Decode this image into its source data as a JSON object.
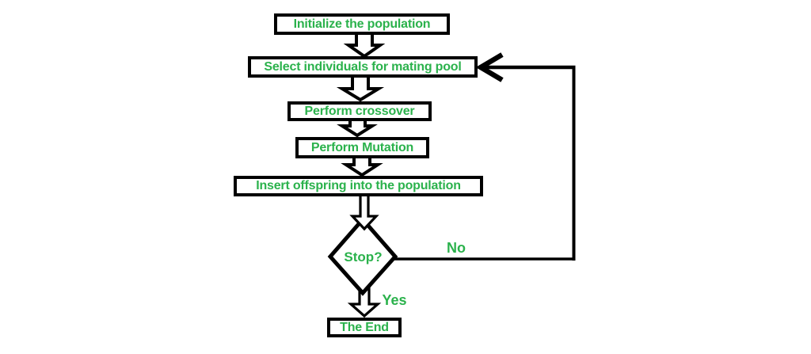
{
  "colors": {
    "text_green": "#2bb24c",
    "line_black": "#000000",
    "canvas_bg": "#ffffff"
  },
  "flowchart": {
    "nodes": [
      {
        "id": "initialize",
        "type": "process",
        "label": "Initialize the population"
      },
      {
        "id": "select",
        "type": "process",
        "label": "Select individuals for mating pool"
      },
      {
        "id": "crossover",
        "type": "process",
        "label": "Perform crossover"
      },
      {
        "id": "mutation",
        "type": "process",
        "label": "Perform Mutation"
      },
      {
        "id": "insert",
        "type": "process",
        "label": "Insert offspring into the population"
      },
      {
        "id": "decision",
        "type": "decision",
        "label": "Stop?"
      },
      {
        "id": "end",
        "type": "terminal",
        "label": "The End"
      }
    ],
    "edge_labels": {
      "no": "No",
      "yes": "Yes"
    },
    "edges": [
      {
        "from": "initialize",
        "to": "select"
      },
      {
        "from": "select",
        "to": "crossover"
      },
      {
        "from": "crossover",
        "to": "mutation"
      },
      {
        "from": "mutation",
        "to": "insert"
      },
      {
        "from": "insert",
        "to": "decision"
      },
      {
        "from": "decision",
        "to": "end",
        "label": "Yes"
      },
      {
        "from": "decision",
        "to": "select",
        "label": "No"
      }
    ]
  }
}
